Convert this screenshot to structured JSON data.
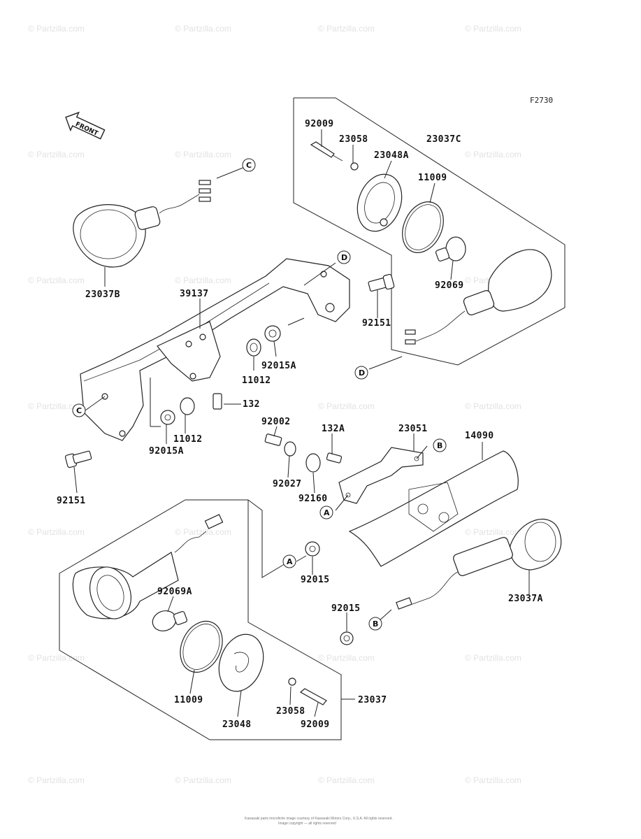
{
  "figure_code": "F2730",
  "front_label": "FRONT",
  "watermark_text": "© Partzilla.com",
  "callouts": [
    "A",
    "B",
    "C",
    "D"
  ],
  "parts": {
    "p23037B": "23037B",
    "p39137": "39137",
    "p92151_left": "92151",
    "p92015A_left": "92015A",
    "p11012_left": "11012",
    "p132": "132",
    "p11012_mid": "11012",
    "p92015A_mid": "92015A",
    "p92151_mid": "92151",
    "p92009_top": "92009",
    "p23058_top": "23058",
    "p23048A": "23048A",
    "p23037C": "23037C",
    "p11009_top": "11009",
    "p92069": "92069",
    "p92002": "92002",
    "p92027": "92027",
    "p132A": "132A",
    "p92160": "92160",
    "p23051": "23051",
    "p14090": "14090",
    "p92015_mid": "92015",
    "p92015_low": "92015",
    "p23037A": "23037A",
    "p92069A": "92069A",
    "p11009_low": "11009",
    "p23048": "23048",
    "p23058_low": "23058",
    "p92009_low": "92009",
    "p23037": "23037"
  },
  "footer": {
    "line1": "Kawasaki parts microfiche image courtesy of Kawasaki Motors Corp., U.S.A. All rights reserved.",
    "line2": "Image copyright — all rights reserved"
  }
}
